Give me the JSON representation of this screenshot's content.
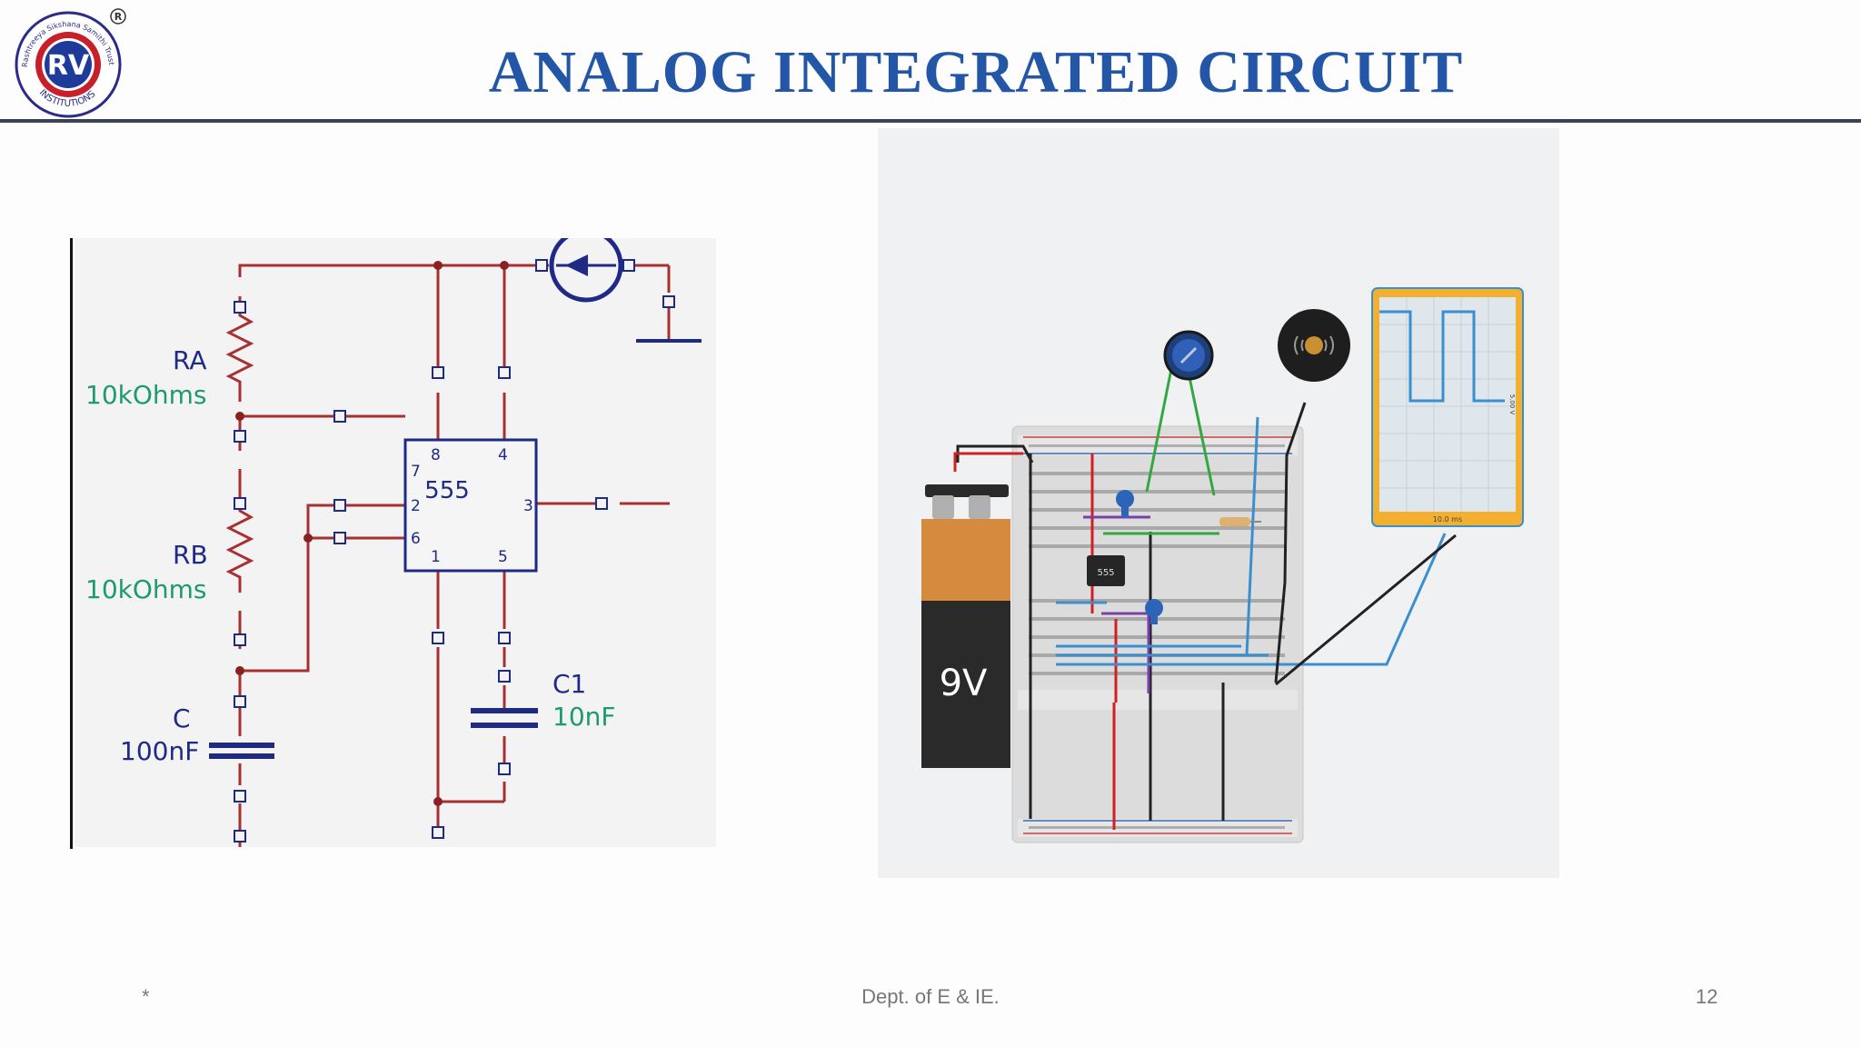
{
  "header": {
    "title": "ANALOG INTEGRATED CIRCUIT",
    "logo": {
      "initials": "RV",
      "arc_text": "Rashtreeya Sikshana Samithi Trust",
      "bottom_text": "INSTITUTIONS",
      "registered_mark": "R"
    }
  },
  "schematic": {
    "ra_label": "RA",
    "ra_value": "10kOhms",
    "rb_label": "RB",
    "rb_value": "10kOhms",
    "c_label": "C",
    "c_value": "100nF",
    "c1_label": "C1",
    "c1_value": "10nF",
    "chip": "555",
    "pins": {
      "p8": "8",
      "p4": "4",
      "p7": "7",
      "p2": "2",
      "p6": "6",
      "p3": "3",
      "p1": "1",
      "p5": "5"
    }
  },
  "breadboard": {
    "battery_label": "9V",
    "ic_label": "555",
    "scope_time_label": "10.0 ms",
    "scope_volt_label": "5.00 V"
  },
  "footer": {
    "left": "*",
    "center": "Dept. of E & IE.",
    "page_number": "12"
  }
}
